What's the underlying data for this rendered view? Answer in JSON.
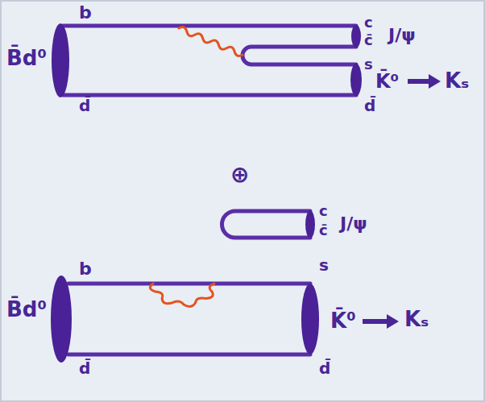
{
  "diagram": {
    "labels": [
      "b",
      "c",
      "B̄d⁰",
      "c̄",
      "J/ψ",
      "s",
      "K̄⁰",
      "Kₛ",
      "d̄",
      "d̄",
      "⊕",
      "c",
      "c̄",
      "J/ψ",
      "b",
      "s",
      "B̄d⁰",
      "K̄⁰",
      "Kₛ",
      "d̄",
      "d̄"
    ]
  }
}
